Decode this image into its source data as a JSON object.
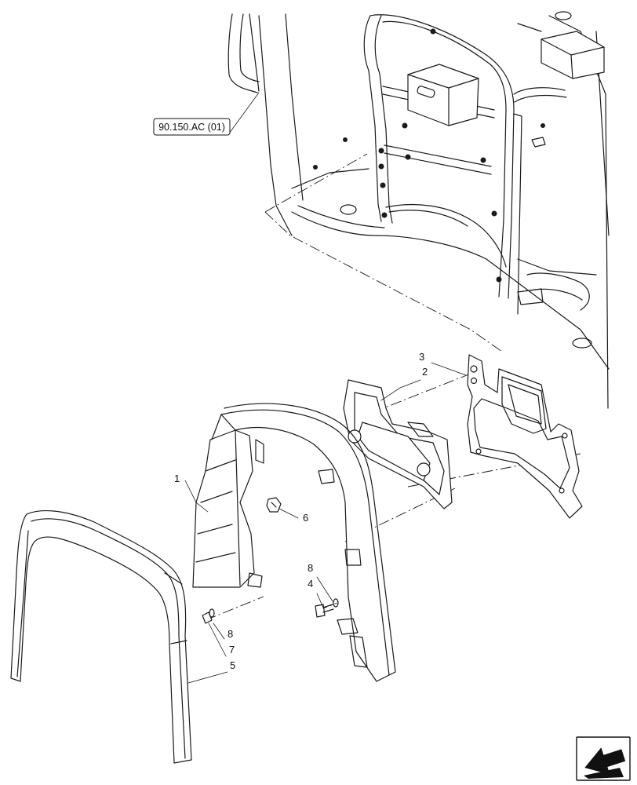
{
  "reference_tag": {
    "text": "90.150.AC (01)"
  },
  "callouts": [
    {
      "id": "1",
      "text": "1"
    },
    {
      "id": "2",
      "text": "2"
    },
    {
      "id": "3",
      "text": "3"
    },
    {
      "id": "4",
      "text": "4"
    },
    {
      "id": "5",
      "text": "5"
    },
    {
      "id": "6",
      "text": "6"
    },
    {
      "id": "7",
      "text": "7"
    },
    {
      "id": "8a",
      "text": "8"
    },
    {
      "id": "8b",
      "text": "8"
    }
  ],
  "nav_icon": {
    "name": "next-page-arrow-icon"
  }
}
